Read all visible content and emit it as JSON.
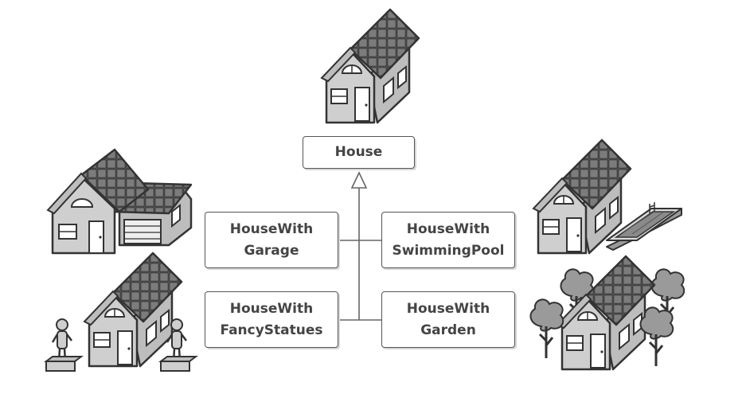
{
  "diagram": {
    "base_class": "House",
    "subclasses": {
      "garage": "HouseWith\nGarage",
      "pool": "HouseWith\nSwimmingPool",
      "statues": "HouseWith\nFancyStatues",
      "garden": "HouseWith\nGarden"
    }
  },
  "icons": {
    "house": "house-icon",
    "garage": "house-with-garage-icon",
    "pool": "house-with-pool-icon",
    "statues": "house-with-statues-icon",
    "garden": "house-with-garden-icon"
  }
}
